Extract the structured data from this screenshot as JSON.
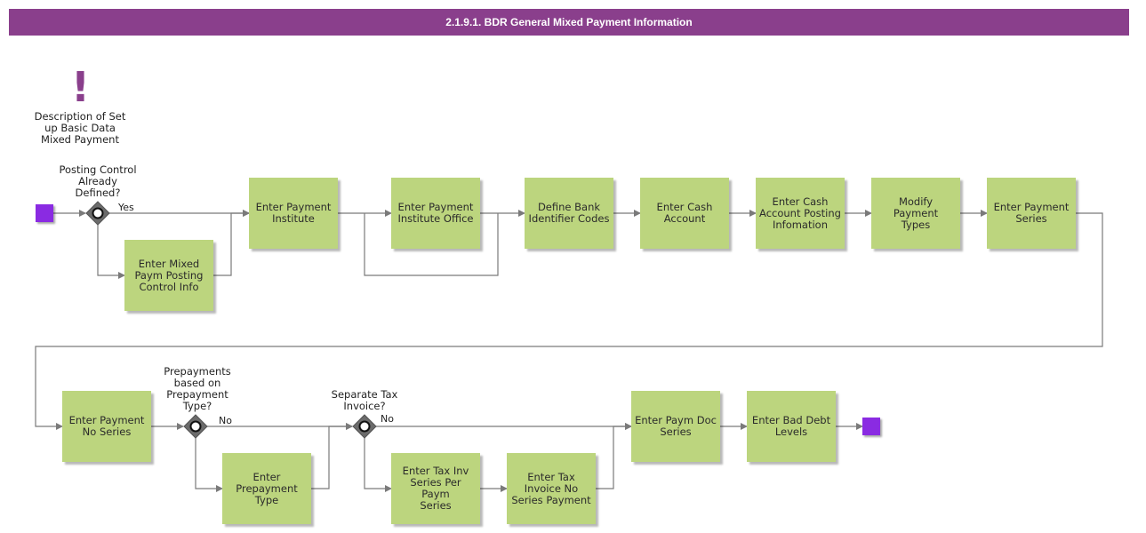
{
  "title": "2.1.9.1. BDR General Mixed Payment Information",
  "annotation": {
    "icon": "exclamation-icon",
    "text": "Description of Set\nup Basic Data\nMixed Payment"
  },
  "gateways": {
    "g1": {
      "question": "Posting Control\nAlready\nDefined?",
      "branch": "Yes"
    },
    "g2": {
      "question": "Prepayments\nbased on\nPrepayment\nType?",
      "branch": "No"
    },
    "g3": {
      "question": "Separate Tax\nInvoice?",
      "branch": "No"
    }
  },
  "tasks": {
    "enter_payment_institute": "Enter Payment\nInstitute",
    "enter_mixed_paym": "Enter Mixed\nPaym Posting\nControl Info",
    "enter_payment_institute_office": "Enter Payment\nInstitute Office",
    "define_bank": "Define Bank\nIdentifier Codes",
    "enter_cash_account": "Enter Cash\nAccount",
    "enter_cash_account_posting": "Enter Cash\nAccount Posting\nInfomation",
    "modify_payment_types": "Modify Payment\nTypes",
    "enter_payment_series": "Enter Payment\nSeries",
    "enter_payment_no_series": "Enter Payment\nNo Series",
    "enter_prepayment_type": "Enter\nPrepayment\nType",
    "enter_tax_inv_series": "Enter Tax Inv\nSeries Per Paym\nSeries",
    "enter_tax_invoice_no": "Enter Tax\nInvoice No\nSeries Payment",
    "enter_paym_doc_series": "Enter Paym Doc\nSeries",
    "enter_bad_debt_levels": "Enter Bad Debt\nLevels"
  },
  "colors": {
    "title_bar": "#8a3f8c",
    "task": "#bcd57e",
    "event": "#8a2be2",
    "gateway": "#6b6b6b",
    "connector": "#7a7a7a"
  }
}
